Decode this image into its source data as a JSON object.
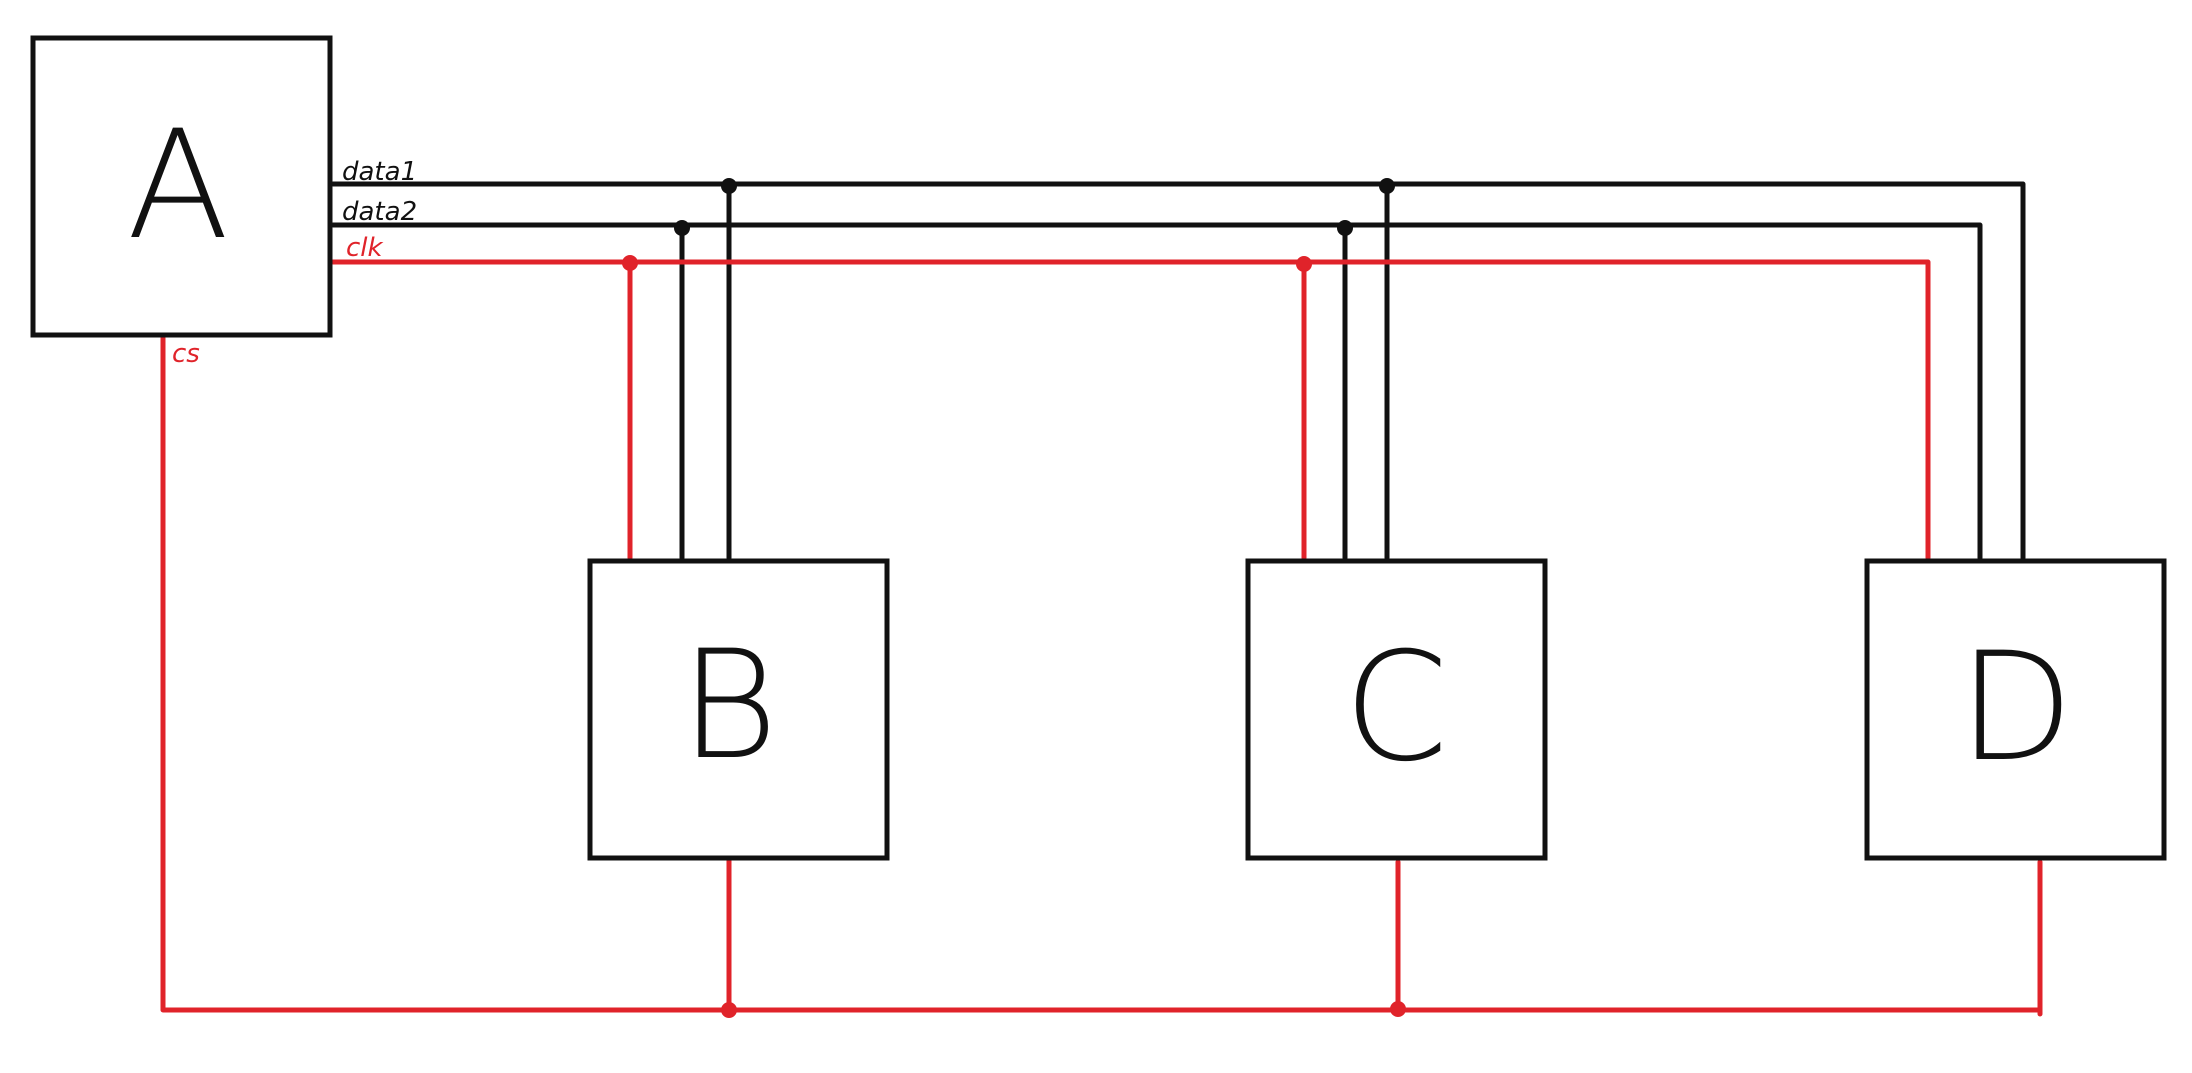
{
  "blocks": {
    "a": {
      "label": "A"
    },
    "b": {
      "label": "B"
    },
    "c": {
      "label": "C"
    },
    "d": {
      "label": "D"
    }
  },
  "signals": {
    "data1": "data1",
    "data2": "data2",
    "clk": "clk",
    "cs": "cs"
  },
  "colors": {
    "signal_black": "#111111",
    "signal_red": "#e0232a"
  }
}
